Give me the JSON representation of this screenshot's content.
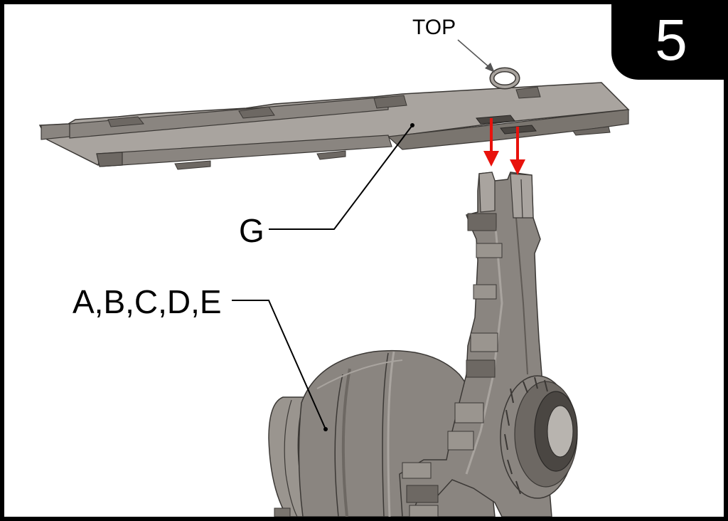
{
  "step": {
    "number": "5"
  },
  "labels": {
    "top": "TOP",
    "part_g": "G",
    "assembly": "A,B,C,D,E"
  },
  "colors": {
    "part_fill": "#8a8580",
    "part_light": "#a9a49f",
    "part_dark": "#5f5a55",
    "arrow": "#e8120c",
    "leader": "#000000"
  }
}
